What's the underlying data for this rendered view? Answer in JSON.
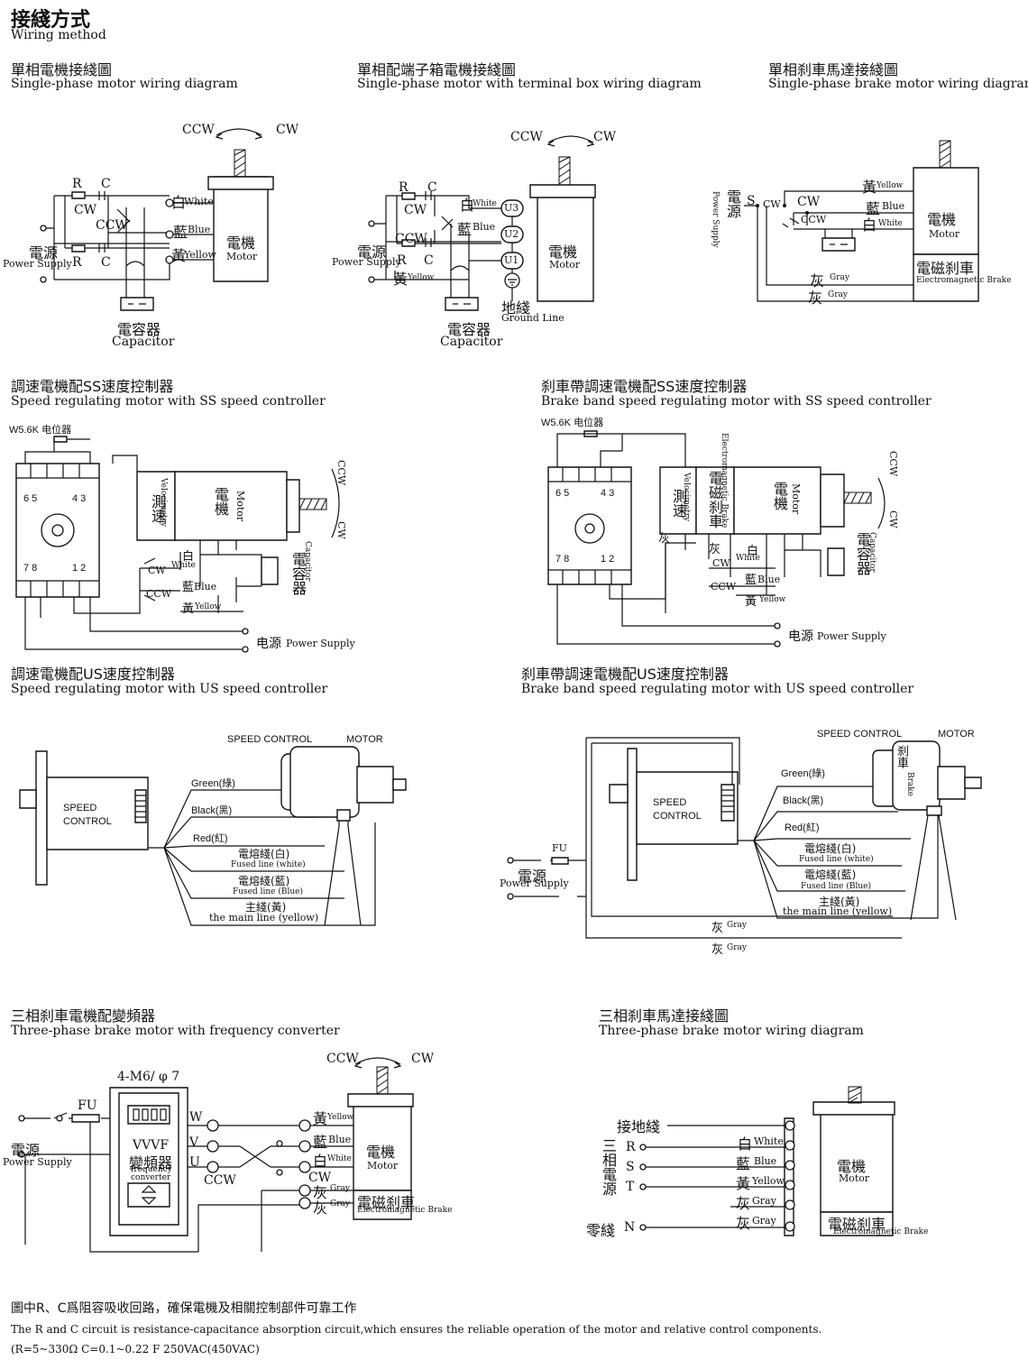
{
  "header": {
    "title_zh": "接綫方式",
    "title_en": "Wiring method"
  },
  "sections": {
    "s1": {
      "zh": "單相電機接綫圖",
      "en": "Single-phase motor wiring diagram"
    },
    "s2": {
      "zh": "單相配端子箱電機接綫圖",
      "en": "Single-phase motor with terminal box wiring diagram"
    },
    "s3": {
      "zh": "單相刹車馬達接綫圖",
      "en": "Single-phase brake motor wiring diagram"
    },
    "s4": {
      "zh": "調速電機配SS速度控制器",
      "en": "Speed regulating motor with SS speed controller"
    },
    "s5": {
      "zh": "刹車帶調速電機配SS速度控制器",
      "en": "Brake band speed regulating motor with SS speed controller"
    },
    "s6": {
      "zh": "調速電機配US速度控制器",
      "en": "Speed regulating motor with US speed controller"
    },
    "s7": {
      "zh": "刹車帶調速電機配US速度控制器",
      "en": "Brake band speed regulating motor with US speed controller"
    },
    "s8": {
      "zh": "三相刹車電機配變頻器",
      "en": "Three-phase brake motor with frequency converter"
    },
    "s9": {
      "zh": "三相刹車馬達接綫圖",
      "en": "Three-phase brake motor wiring diagram"
    }
  },
  "labels": {
    "ccw": "CCW",
    "cw": "CW",
    "r": "R",
    "c": "C",
    "s": "S",
    "t": "T",
    "n": "N",
    "white_zh": "白",
    "white_en": "White",
    "blue_zh": "藍",
    "blue_en": "Blue",
    "yellow_zh": "黃",
    "yellow_en": "Yellow",
    "gray_zh": "灰",
    "gray_en": "Gray",
    "motor_zh": "電機",
    "motor_en": "Motor",
    "power_zh": "電源",
    "power_zh_alt": "电源",
    "power_en": "Power Supply",
    "capacitor_zh": "電容器",
    "capacitor_en": "Capacitor",
    "ground_zh": "地綫",
    "ground_en": "Ground Line",
    "brake_zh": "電磁刹車",
    "brake_en": "Electromagnetic Brake",
    "u1": "U1",
    "u2": "U2",
    "u3": "U3",
    "pot": "W5.6K 电位器",
    "velo_zh": "測速",
    "velo_en": "Velocimetry",
    "t65": "6 5",
    "t43": "4 3",
    "t78": "7 8",
    "t12": "1 2",
    "speed_control": "SPEED CONTROL",
    "motor_caps": "MOTOR",
    "speed_box_1": "SPEED",
    "speed_box_2": "CONTROL",
    "green": "Green(綠)",
    "black": "Black(黑)",
    "red": "Red(紅)",
    "fw_zh": "電熔綫(白)",
    "fw_en": "Fused line (white)",
    "fb_zh": "電熔綫(藍)",
    "fb_en": "Fused line (Blue)",
    "main_zh": "主綫(黃)",
    "main_en": "the main line (yellow)",
    "brake_vert_zh": "刹車",
    "brake_vert_en": "Brake",
    "fu": "FU",
    "m6": "4-M6/ φ 7",
    "vvvf": "VVVF",
    "inverter_zh": "變頻器",
    "freq_1": "frequency",
    "freq_2": "converter",
    "w": "W",
    "v": "V",
    "u": "U",
    "earth_zh": "接地綫",
    "three_phase_zh": "三相電源",
    "neutral_zh": "零綫"
  },
  "footer": {
    "note_zh": "圖中R、C爲阻容吸收回路，確保電機及相關控制部件可靠工作",
    "note_en": "The R and C circuit is resistance-capacitance absorption circuit,which ensures the reliable operation of the motor and relative control components.",
    "spec": "(R=5~330Ω   C=0.1~0.22  F   250VAC(450VAC)"
  }
}
